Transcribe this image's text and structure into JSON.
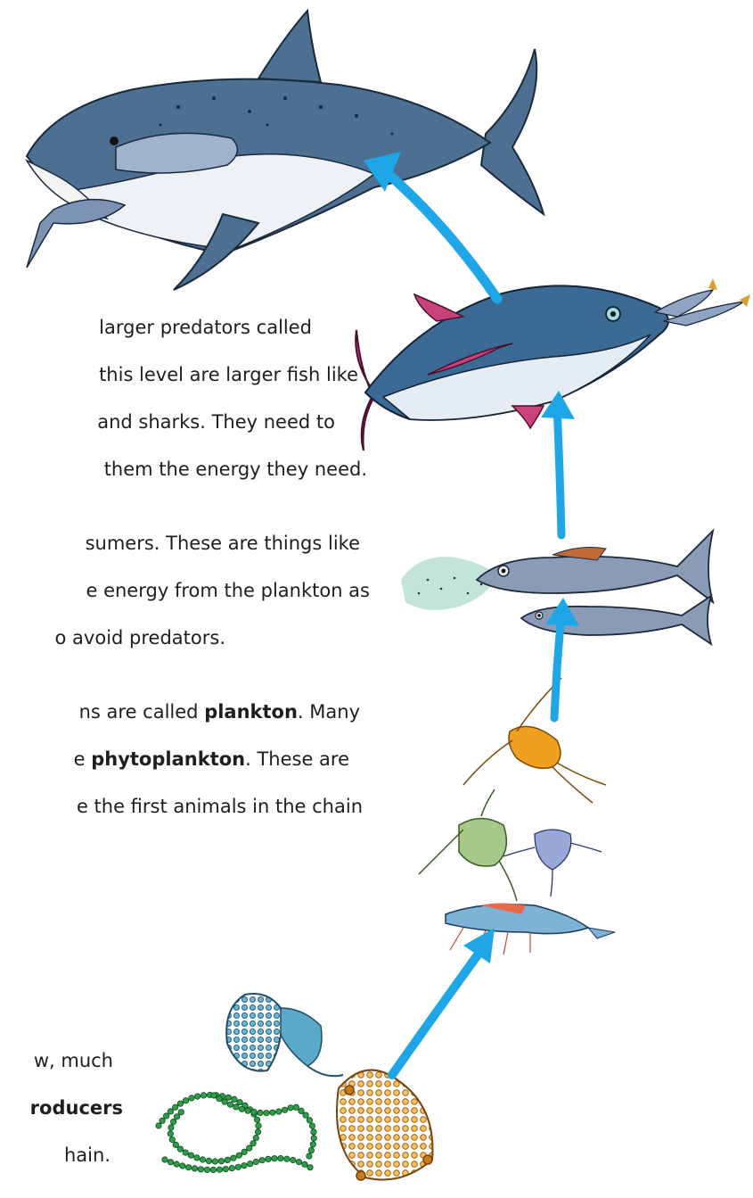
{
  "text_lines": {
    "predators_1": "larger predators called",
    "predators_2": "this level are larger fish like",
    "predators_3": "and sharks. They need to",
    "predators_4": "them the energy they need.",
    "consumers_1": "sumers. These are things like",
    "consumers_2": "e energy from the plankton as",
    "consumers_3": "o avoid predators.",
    "plankton_1a": "ns are called ",
    "plankton_1b": "plankton",
    "plankton_1c": ". Many",
    "plankton_2a": "e ",
    "plankton_2b": "phytoplankton",
    "plankton_2c": ". These are",
    "plankton_3": "e the first animals in the chain",
    "producers_1": "w, much",
    "producers_2": "roducers",
    "producers_3": "hain."
  },
  "colors": {
    "arrow": "#1ea6e6",
    "shark_body": "#4d6f92",
    "tuna_body": "#3b6b95",
    "small_fish": "#8a9bb5",
    "copepod": "#f0a020",
    "amphipod": "#a6c98a",
    "larva": "#9aa8d8",
    "krill": "#7fb3d6",
    "diatom_gold": "#e39a34",
    "diatom_teal": "#3f8fb0",
    "algae_chain": "#2e9e4a"
  }
}
